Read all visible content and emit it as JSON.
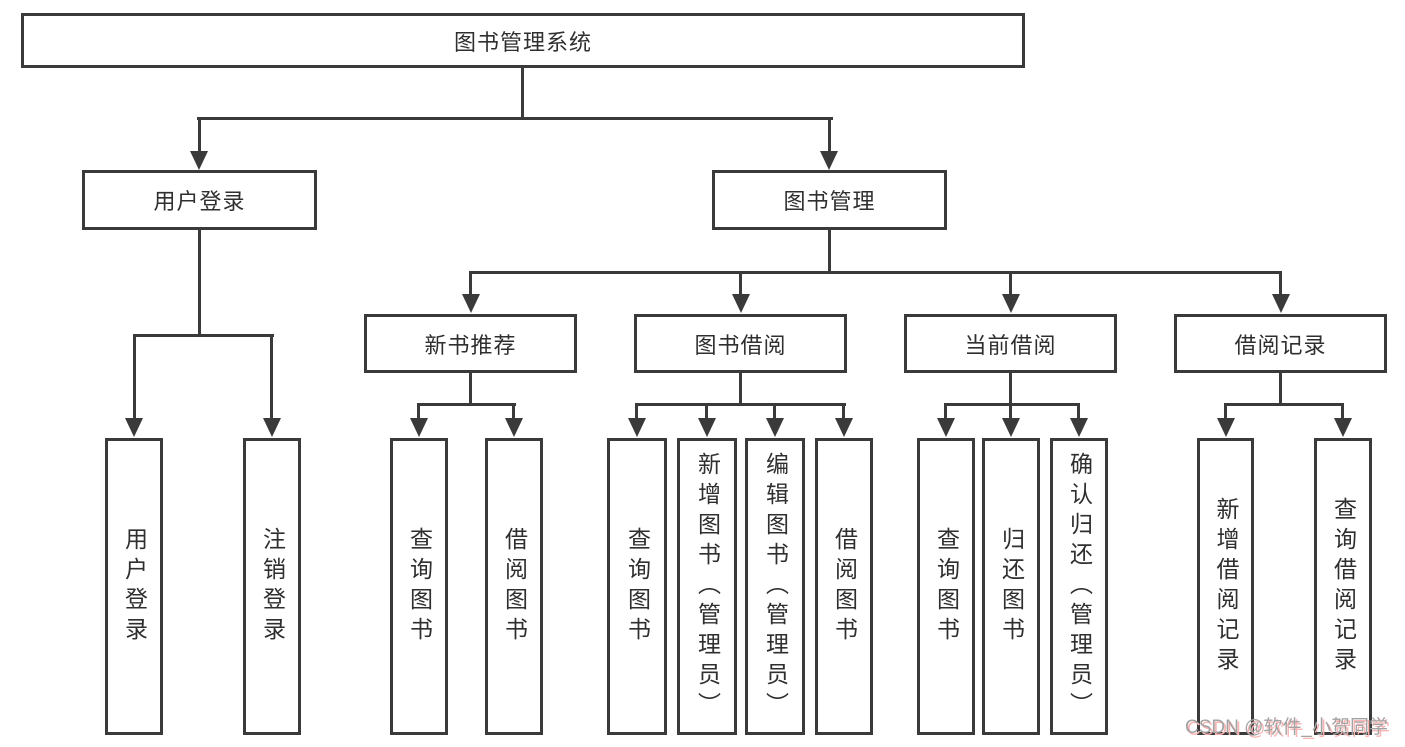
{
  "diagram": {
    "root": {
      "label": "图书管理系统"
    },
    "level2": {
      "user_login": {
        "label": "用户登录"
      },
      "book_mgmt": {
        "label": "图书管理"
      }
    },
    "user_login_children": {
      "login": {
        "label": "用户登录"
      },
      "logout": {
        "label": "注销登录"
      }
    },
    "level3": {
      "new_books": {
        "label": "新书推荐"
      },
      "borrowing": {
        "label": "图书借阅"
      },
      "current": {
        "label": "当前借阅"
      },
      "records": {
        "label": "借阅记录"
      }
    },
    "new_books_children": {
      "query_books": {
        "label": "查询图书"
      },
      "borrow_books": {
        "label": "借阅图书"
      }
    },
    "borrowing_children": {
      "query_books": {
        "label": "查询图书"
      },
      "add_books": {
        "label": "新增图书（管理员）"
      },
      "edit_books": {
        "label": "编辑图书（管理员）"
      },
      "borrow_books": {
        "label": "借阅图书"
      }
    },
    "current_children": {
      "query_books": {
        "label": "查询图书"
      },
      "return_books": {
        "label": "归还图书"
      },
      "confirm_return": {
        "label": "确认归还（管理员）"
      }
    },
    "records_children": {
      "add_record": {
        "label": "新增借阅记录"
      },
      "query_record": {
        "label": "查询借阅记录"
      }
    }
  },
  "watermark": {
    "text": "CSDN @软件_小贺同学"
  },
  "colors": {
    "line": "#3a3a3a",
    "text": "#2f2f2f",
    "background": "#ffffff",
    "watermark": "#a3a3a3",
    "watermark_shadow": "#f9b4b4"
  }
}
